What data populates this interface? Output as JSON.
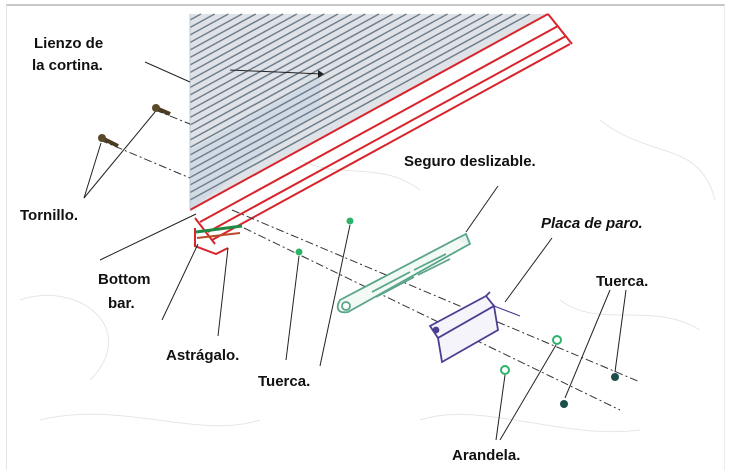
{
  "labels": {
    "lienzo_line1": "Lienzo de",
    "lienzo_line2": "la cortina.",
    "tornillo": "Tornillo.",
    "bottom_line1": "Bottom",
    "bottom_line2": "bar.",
    "astragalo": "Astrágalo.",
    "tuerca_left": "Tuerca.",
    "seguro": "Seguro deslizable.",
    "placa": "Placa de paro.",
    "tuerca_right": "Tuerca.",
    "arandela": "Arandela."
  },
  "colors": {
    "curtain_slat": "#6f7f8c",
    "bottom_bar": "#d8242b",
    "slide_lock": "#5aa58a",
    "stop_plate": "#4a3f93",
    "hardware_green": "#2fb36b",
    "hardware_dark": "#1d4f4a",
    "leader": "#222222"
  }
}
